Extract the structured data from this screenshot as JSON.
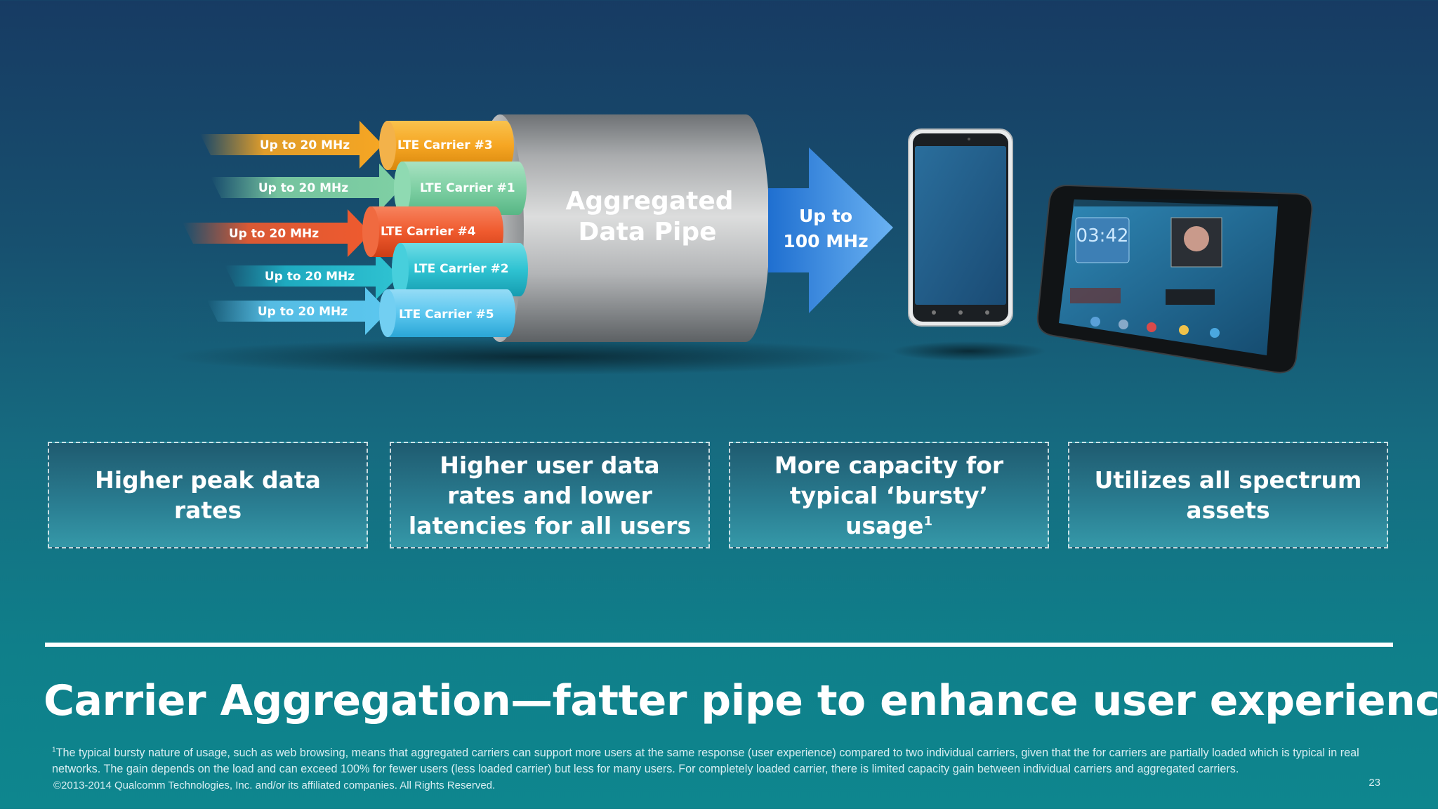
{
  "diagram": {
    "inputs": [
      {
        "label": "Up to 20 MHz",
        "carrier": "LTE Carrier #3",
        "color": "#f6a623"
      },
      {
        "label": "Up to 20 MHz",
        "carrier": "LTE Carrier #1",
        "color": "#7fd0a4"
      },
      {
        "label": "Up to 20 MHz",
        "carrier": "LTE Carrier #4",
        "color": "#ef5a2e"
      },
      {
        "label": "Up to 20 MHz",
        "carrier": "LTE Carrier #2",
        "color": "#2fc3d2"
      },
      {
        "label": "Up to 20 MHz",
        "carrier": "LTE Carrier #5",
        "color": "#5cc7ef"
      }
    ],
    "pipe_label_line1": "Aggregated",
    "pipe_label_line2": "Data Pipe",
    "output_label_line1": "Up to",
    "output_label_line2": "100 MHz",
    "output_color": "#3e8fe6",
    "tablet_clock": "03:42"
  },
  "benefits": [
    {
      "text": "Higher peak data rates"
    },
    {
      "text": "Higher user data rates and lower latencies for all users"
    },
    {
      "text": "More capacity  for typical ‘bursty’ usage",
      "sup": "1"
    },
    {
      "text": "Utilizes all spectrum assets"
    }
  ],
  "title": "Carrier Aggregation—fatter pipe to enhance user experience",
  "footnote": {
    "marker": "1",
    "text": "The typical bursty nature of usage, such as web browsing, means that aggregated carriers can support more users at the same response (user experience) compared to two individual carriers, given that the for carriers are partially loaded which is typical in real networks. The gain depends on the load and can exceed 100% for fewer users (less loaded carrier) but less for many users. For completely loaded carrier, there is limited capacity gain between individual carriers and aggregated carriers."
  },
  "copyright": "©2013-2014 Qualcomm Technologies, Inc. and/or its affiliated companies. All Rights Reserved.",
  "page_number": "23"
}
